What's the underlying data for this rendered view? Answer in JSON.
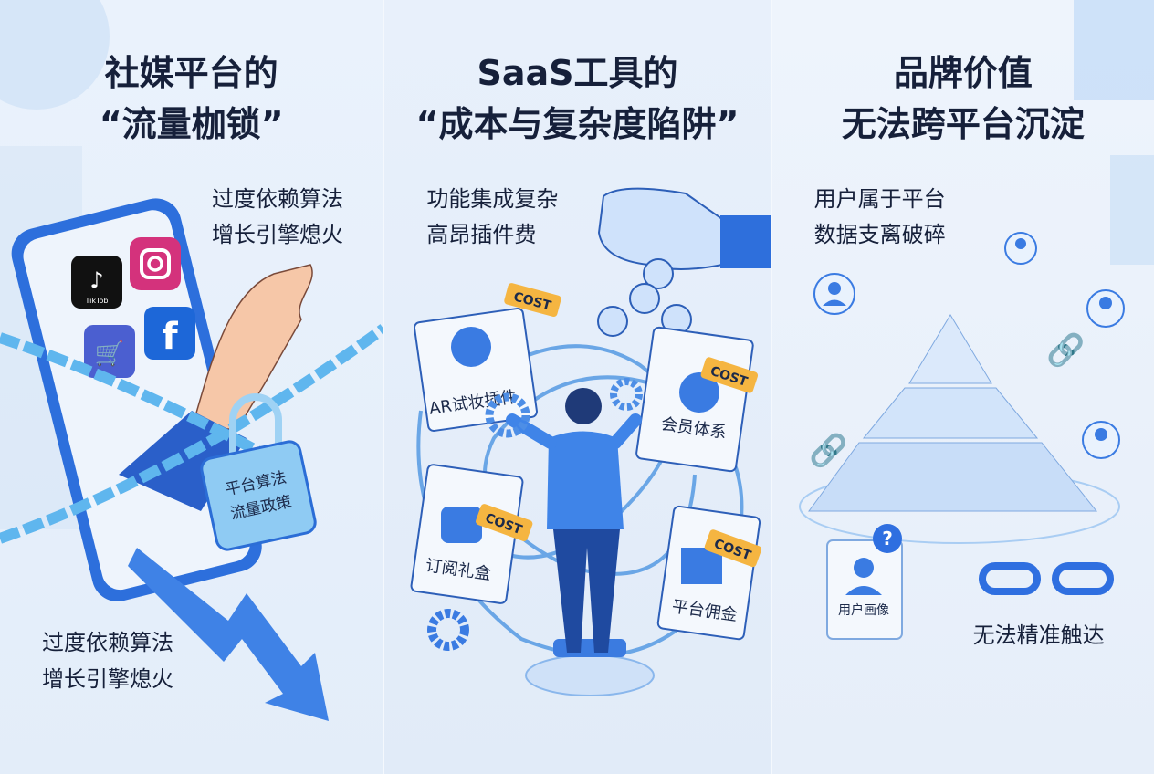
{
  "panels": [
    {
      "title_line1": "社媒平台的",
      "title_line2": "“流量枷锁”",
      "caption_top": [
        "过度依赖算法",
        "增长引擎熄火"
      ],
      "caption_bottom": [
        "过度依赖算法",
        "增长引擎熄火"
      ],
      "lock_label": [
        "平台算法",
        "流量政策"
      ],
      "app_icons": [
        "tiktok-icon",
        "instagram-icon",
        "shopping-cart-icon",
        "facebook-icon"
      ],
      "tiktok_label": "TikTob"
    },
    {
      "title_line1": "SaaS工具的",
      "title_line2": "“成本与复杂度陷阱”",
      "caption": [
        "功能集成复杂",
        "高昂插件费"
      ],
      "plugins": [
        {
          "label": "AR试妆插件",
          "tag": "COST"
        },
        {
          "label": "会员体系",
          "tag": "COST"
        },
        {
          "label": "订阅礼盒",
          "tag": "COST"
        },
        {
          "label": "平台佣金",
          "tag": "COST"
        }
      ]
    },
    {
      "title_line1": "品牌价值",
      "title_line2": "无法跨平台沉淀",
      "caption": [
        "用户属于平台",
        "数据支离破碎"
      ],
      "profile_card_label": "用户画像",
      "question_mark": "?",
      "bottom_caption": "无法精准触达"
    }
  ],
  "colors": {
    "title": "#16203a",
    "accent": "#2f6fe0",
    "cost_tag": "#f5b541",
    "chain": "#5fb6ee"
  }
}
